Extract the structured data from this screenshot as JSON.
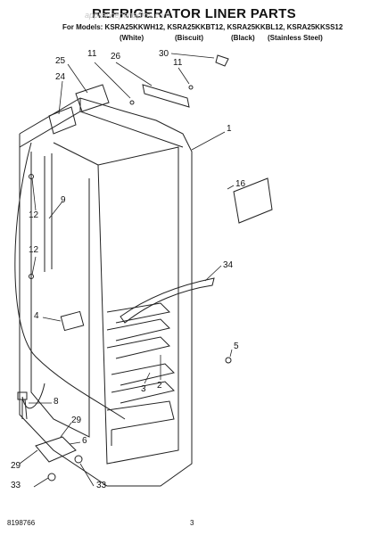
{
  "title": "REFRIGERATOR LINER PARTS",
  "models_line": "For Models: KSRA25KKWH12, KSRA25KKBT12, KSRA25KKBL12, KSRA25KKSS12",
  "finishes": [
    "(White)",
    "(Biscuit)",
    "(Black)",
    "(Stainless Steel)"
  ],
  "watermark": "appliancepartspros.com",
  "callouts": [
    "25",
    "24",
    "11",
    "26",
    "30",
    "11",
    "1",
    "16",
    "9",
    "12",
    "12",
    "34",
    "4",
    "5",
    "3",
    "2",
    "8",
    "29",
    "6",
    "29",
    "33",
    "33"
  ],
  "footer": {
    "part_number": "8198766",
    "page_number": "3"
  }
}
